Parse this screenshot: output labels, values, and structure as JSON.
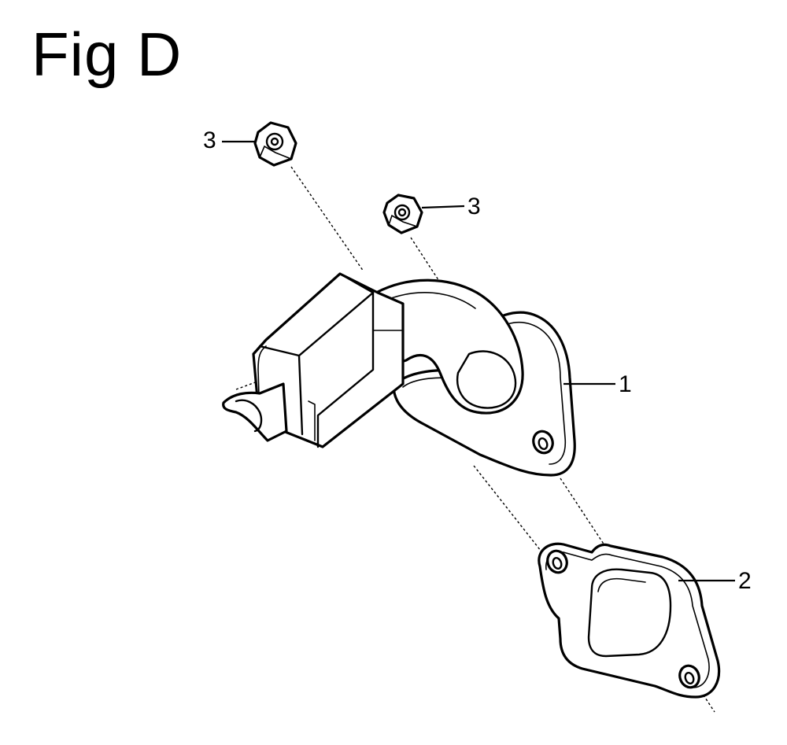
{
  "figure": {
    "title": "Fig D"
  },
  "parts": [
    {
      "number": "1",
      "name": "muffler-elbow"
    },
    {
      "number": "2",
      "name": "gasket"
    },
    {
      "number": "3",
      "name": "nut"
    },
    {
      "number": "3",
      "name": "nut"
    }
  ],
  "colors": {
    "line": "#000000",
    "background": "#ffffff"
  }
}
